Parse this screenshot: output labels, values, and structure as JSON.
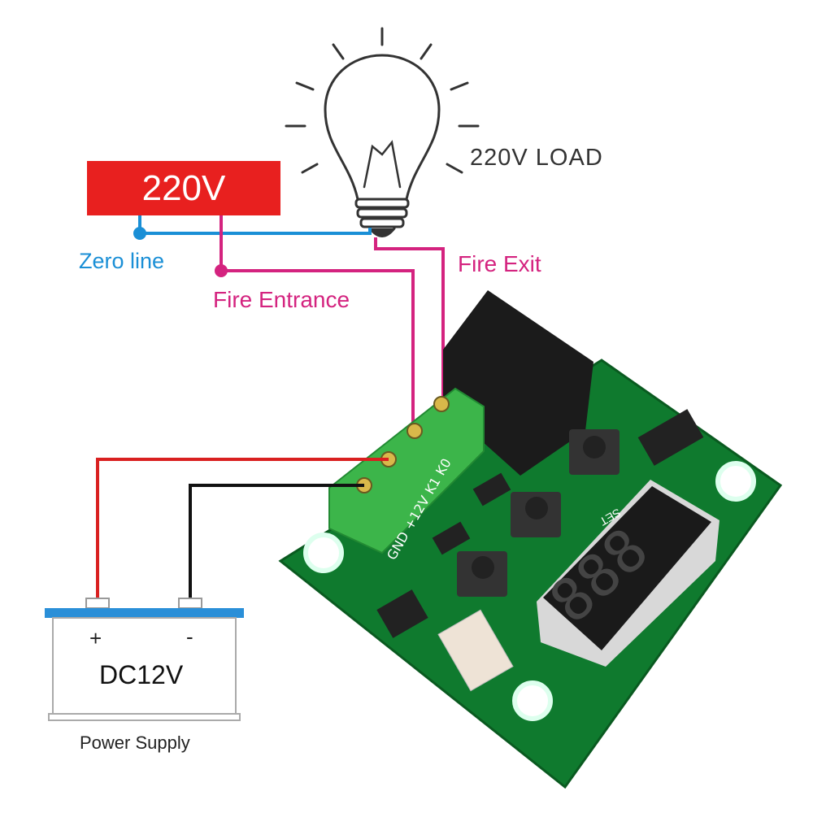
{
  "supply_label": "220V",
  "load_label": "220V LOAD",
  "wires": {
    "zero_line": "Zero line",
    "fire_entrance": "Fire Entrance",
    "fire_exit": "Fire Exit"
  },
  "battery": {
    "plus": "+",
    "minus": "-",
    "voltage": "DC12V",
    "caption": "Power Supply"
  },
  "board": {
    "terminal_labels": [
      "K0",
      "K1",
      "+12V",
      "GND"
    ],
    "button_label": "SET",
    "display_digits": "888"
  },
  "colors": {
    "zero_line": "#1a8fd6",
    "fire_line": "#d4237f",
    "positive_wire": "#d92020",
    "negative_wire": "#111111",
    "supply_box": "#e8201f",
    "pcb": "#0f7a2e",
    "terminal_block": "#3cb54a",
    "battery_top": "#2a8fd8"
  }
}
